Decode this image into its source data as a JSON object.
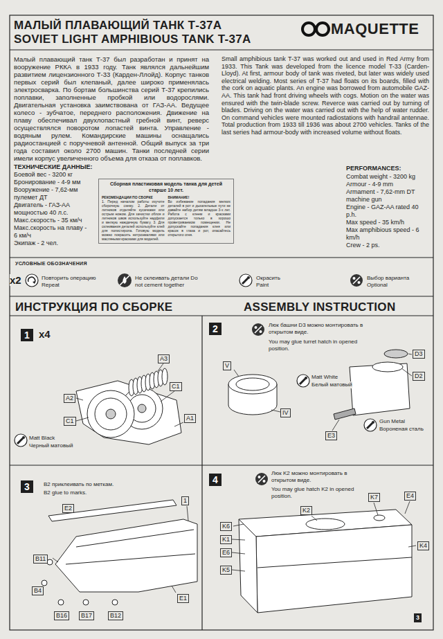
{
  "diagram": {
    "title": "МАЛЫЙ ПЛАВАЮЩИЙ ТАНК Т-37А",
    "nodes": [
      {
        "text": [
          "Сборная пластиковая модель танка для детей старше 10 лет.",
          "РЕКОМЕНДАЦИИ ПО СБОРКЕ",
          "1. Перед началом работы изучите сборочную схему. 2. Детали от литников отделяйте кусачками или острым ножом. Для зачистки облоя и литников швов используйте надфили и мелкую наждачную бумагу. 3. Для склеивания деталей используйте клей для полистирола. Готовую модель можно покрасить нитроэмалями или масляными красками для моделей.",
          "ВНИМАНИЕ!",
          "Во избежание попадания мелких деталей в рот и дыхательные пути не давайте набор детям младше 3-х лет. Работа с клеем и красками допускается только в хорошо проветриваемом помещении. Не допускайте попадания клея или красок в глаза и рот, опасайтесь открытого огня."
        ]
      },
      {
        "text": [
          "1"
        ]
      },
      {
        "text": [
          "2"
        ]
      },
      {
        "text": [
          "3"
        ]
      },
      {
        "text": [
          "4"
        ]
      }
    ],
    "labels": [
      "SOVIET LIGHT AMPHIBIOUS TANK T-37A",
      "MAQUETTE",
      "Малый плавающий танк Т-37 был разработан и принят на вооружение РККА в 1933 году. Танк являлся дальнейшим развитием лицензионного Т-33 (Карден-Ллойд). Корпус танков первых серий был клепаный, далее широко применялась электросварка. По бортам большинства серий Т-37 крепились поплавки, заполненные пробкой или водорослями. Двигательная установка заимствована от ГАЗ-АА. Ведущее колесо - зубчатое, переднего расположения. Движение на плаву обеспечивал двухлопастный гребной винт, реверс осуществлялся поворотом лопастей винта. Управление - водяным рулем. Командирские машины оснащались радиостанцией с поручневой антенной. Общий выпуск за три года составил около 2700 машин. Танки последней серии имели корпус увеличенного объема для отказа от поплавков.",
      "Small amphibious tank T-37 was worked out and used in Red Army from 1933. This Tank was developed from the licence model T-33 (Carden-Lloyd). At first, armour body of tank was riveted, but later was widely used electrical welding. Most series of T-37 had floats on its boards, filled with the cork on aquatic plants. An engine was borrowed from automobile GAZ-AA. This tank had front driving wheels with cogs. Motion on the water was ensured with the twin-blade screw. Reverce was carried out by turning of blades. Driving on the water was carried out with the help of water rudder. On command vehicles were mounted radiostations with handrail antennae. Total production from 1933 till 1936 was about 2700 vehicles. Tanks of the last series had armour-body with increased volume without floats.",
      "ТЕХНИЧЕСКИЕ ДАННЫЕ:",
      "Боевой вес - 3200 кг",
      "Бронирование - 4-9 мм",
      "Вооружение - 7,62-мм пулемет ДТ",
      "Двигатель - ГАЗ-АА мощностью 40 л.с.",
      "Макс.скорость - 35 км/ч",
      "Макс.скорость на плаву - 6 км/ч",
      "Экипаж - 2 чел.",
      "PERFORMANCES:",
      "Combat weight - 3200 kg",
      "Armour - 4-9 mm",
      "Armament - 7,62-mm DT machine gun",
      "Engine - GAZ-AA rated 40 p.h.",
      "Max speed - 35 km/h",
      "Max amphibious speed - 6 km/h",
      "Crew - 2 ps.",
      "УСЛОВНЫЕ ОБОЗНАЧЕНИЯ",
      "x2",
      "ИНСТРУКЦИЯ ПО СБОРКЕ",
      "ASSEMBLY INSTRUCTION",
      "x4",
      "A3",
      "C1",
      "A2",
      "C1",
      "A1",
      "Matt Black",
      "Черный матовый",
      "Люк башни D3 можно монтировать в открытом виде.",
      "You may glue turret hatch in opened position.",
      "D3",
      "D2",
      "V",
      "IV",
      "E3",
      "Matt White",
      "Белый матовый",
      "Gun Metal",
      "Вороненая сталь",
      "B2 приклеивать по меткам.",
      "B2 glue to marks.",
      "E2",
      "1",
      "B11",
      "B4",
      "B16",
      "B17",
      "B12",
      "E1",
      "Люк K2 можно монтировать в открытом виде.",
      "You may glue hatch K2 in opened position.",
      "K2",
      "K7",
      "E4",
      "K6",
      "K1",
      "E6",
      "K5",
      "K4",
      "3"
    ],
    "legend": [
      {
        "text": "Повторить операцию Repeat"
      },
      {
        "text": "Не склеивать детали Do not cement together"
      },
      {
        "text": "Окрасить Paint"
      },
      {
        "text": "Выбор варианта Optional"
      }
    ]
  }
}
